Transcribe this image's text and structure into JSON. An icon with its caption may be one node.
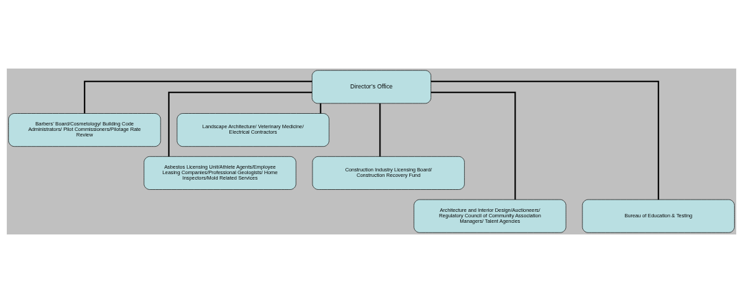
{
  "diagram": {
    "nodes": [
      {
        "text": [
          "Director’s Office"
        ]
      },
      {
        "text": [
          "Barbers’ Board/Cosmetology/ Building Code Administrators/ Pilot Commissioners/Pilotage Rate Review"
        ]
      },
      {
        "text": [
          "Landscape Architecture/ Veterinary Medicine/ Electrical Contractors"
        ]
      },
      {
        "text": [
          "Asbestos Licensing Unit/Athlete Agents/Employee Leasing Companies/Professional Geologists/ Home Inspectors/Mold Related Services"
        ]
      },
      {
        "text": [
          "Construction Industry Licensing Board/ Construction Recovery Fund"
        ]
      },
      {
        "text": [
          "Architecture and Interior Design/Auctioneers/ Regulatory Council of Community Association Managers/ Talent Agencies"
        ]
      },
      {
        "text": [
          "Bureau of Education & Testing"
        ]
      }
    ],
    "edges": [
      {
        "from": 0,
        "to": 1,
        "arrow": "none"
      },
      {
        "from": 0,
        "to": 2,
        "arrow": "none"
      },
      {
        "from": 0,
        "to": 3,
        "arrow": "none"
      },
      {
        "from": 0,
        "to": 4,
        "arrow": "none"
      },
      {
        "from": 0,
        "to": 5,
        "arrow": "none"
      },
      {
        "from": 0,
        "to": 6,
        "arrow": "none"
      }
    ]
  }
}
